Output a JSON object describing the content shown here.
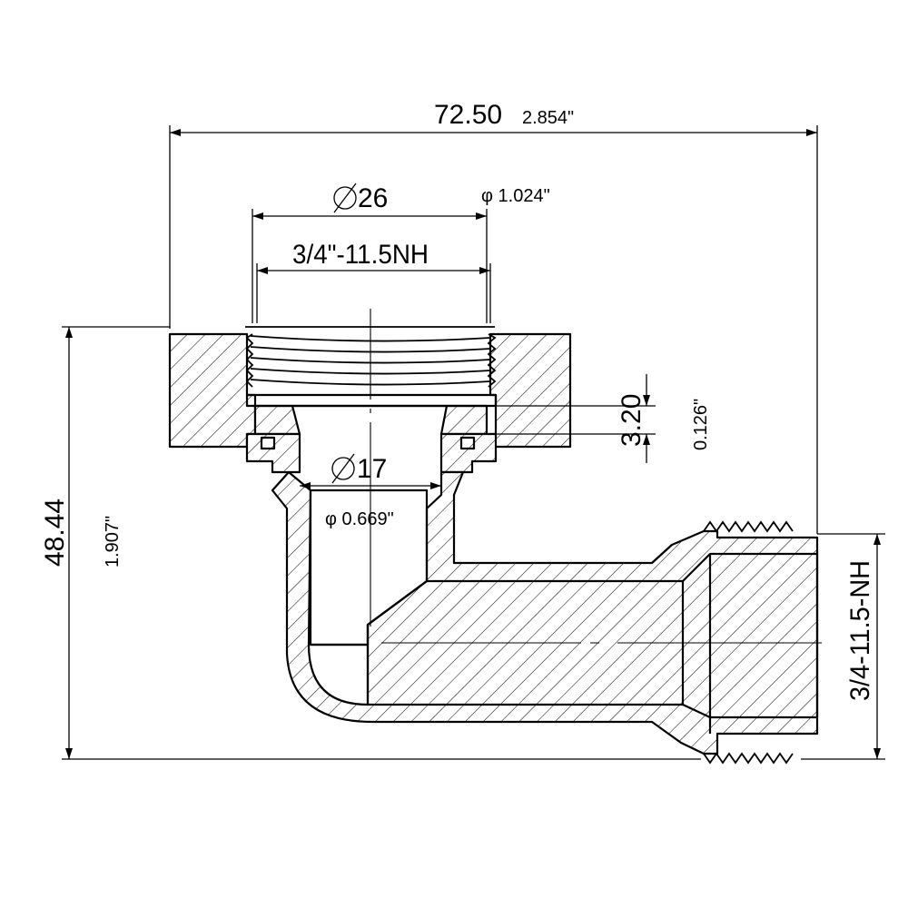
{
  "dimensions": {
    "overall_width": {
      "mm": "72.50",
      "inch": "2.854\""
    },
    "top_bore": {
      "mm": "26",
      "inch": "φ 1.024\""
    },
    "top_thread": {
      "label": "3/4\"-11.5NH"
    },
    "inner_bore": {
      "mm": "17",
      "inch": "φ 0.669\""
    },
    "washer_thickness": {
      "mm": "3.20",
      "inch": "0.126\""
    },
    "overall_height": {
      "mm": "48.44",
      "inch": "1.907\""
    },
    "side_thread": {
      "label": "3/4-11.5-NH"
    }
  }
}
